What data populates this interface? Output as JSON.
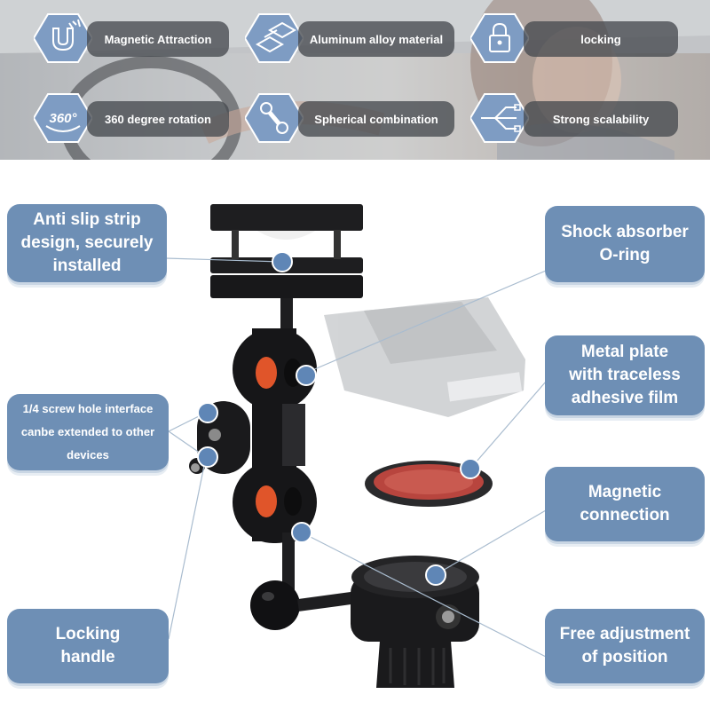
{
  "features": [
    {
      "icon": "magnet-icon",
      "label": "Magnetic Attraction"
    },
    {
      "icon": "metal-bars-icon",
      "label": "Aluminum alloy material"
    },
    {
      "icon": "lock-icon",
      "label": "locking"
    },
    {
      "icon": "rotation-360-icon",
      "label": "360 degree rotation"
    },
    {
      "icon": "ball-joint-icon",
      "label": "Spherical combination"
    },
    {
      "icon": "expand-network-icon",
      "label": "Strong scalability"
    }
  ],
  "hex_text": "360°",
  "callouts": {
    "anti_slip": [
      "Anti slip strip",
      "design, securely",
      "installed"
    ],
    "shock": [
      "Shock absorber",
      "O-ring"
    ],
    "metal_plate": [
      "Metal plate",
      "with traceless",
      "adhesive film"
    ],
    "screw_hole": [
      "1/4 screw hole interface",
      "canbe extended to other",
      "devices"
    ],
    "magnetic": [
      "Magnetic",
      "connection"
    ],
    "locking_handle": [
      "Locking",
      "handle"
    ],
    "free_adjust": [
      "Free adjustment",
      "of position"
    ]
  },
  "colors": {
    "callout_bg": "#6e8fb5",
    "pill_bg": "#464a50",
    "hex_bg": "#7e9cc3",
    "dot": "#5f86b6",
    "oring": "#e0552a"
  }
}
